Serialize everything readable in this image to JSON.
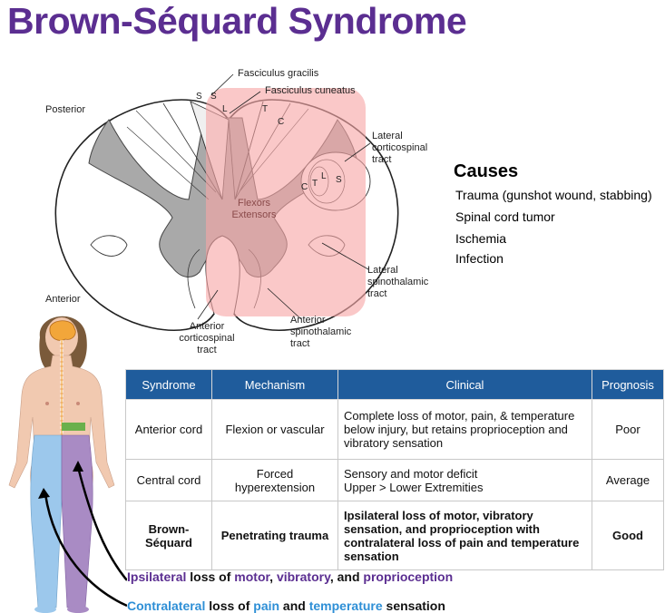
{
  "title": "Brown-Séquard Syndrome",
  "cord": {
    "posterior": "Posterior",
    "anterior": "Anterior",
    "fasciculus_gracilis": "Fasciculus gracilis",
    "fasciculus_cuneatus": "Fasciculus cuneatus",
    "lateral_corticospinal": [
      "Lateral",
      "corticospinal",
      "tract"
    ],
    "lateral_spinothalamic": [
      "Lateral",
      "spinothalamic",
      "tract"
    ],
    "anterior_spinothalamic": [
      "Anterior",
      "spinothalamic",
      "tract"
    ],
    "anterior_corticospinal": [
      "Anterior",
      "corticospinal",
      "tract"
    ],
    "flexors": "Flexors",
    "extensors": "Extensors",
    "letters": {
      "s1": "S",
      "s2": "S",
      "l": "L",
      "t": "T",
      "c": "C",
      "c2": "C",
      "t2": "T",
      "l2": "L",
      "s3": "S"
    }
  },
  "causes": {
    "title": "Causes",
    "items": [
      "Trauma (gunshot wound, stabbing)",
      "Spinal cord tumor",
      "Ischemia",
      "Infection"
    ]
  },
  "table": {
    "headers": [
      "Syndrome",
      "Mechanism",
      "Clinical",
      "Prognosis"
    ],
    "rows": [
      {
        "syndrome": "Anterior cord",
        "mechanism": "Flexion or vascular",
        "clinical": "Complete loss of motor, pain, & temperature below injury, but retains proprioception and vibratory sensation",
        "prognosis": "Poor"
      },
      {
        "syndrome": "Central cord",
        "mechanism": "Forced hyperextension",
        "clinical": [
          "Sensory and motor deficit",
          "Upper > Lower Extremities"
        ],
        "prognosis": "Average"
      },
      {
        "syndrome": "Brown-Séquard",
        "mechanism": "Penetrating trauma",
        "clinical": "Ipsilateral loss of motor, vibratory sensation, and proprioception with contralateral loss of pain and temperature sensation",
        "prognosis": "Good"
      }
    ]
  },
  "footer": {
    "line1": {
      "w1": "Ipsilateral",
      "t1": " loss of ",
      "w2": "motor",
      "t2": ", ",
      "w3": "vibratory",
      "t3": ", and ",
      "w4": "proprioception"
    },
    "line2": {
      "w1": "Contralateral",
      "t1": " loss of ",
      "w2": "pain",
      "t2": " and ",
      "w3": "temperature",
      "t3": " sensation"
    }
  },
  "colors": {
    "title": "#5b2e91",
    "header_bg": "#1f5c9c",
    "highlight": "#f7a6a6",
    "grey_matter": "#a9a9a9",
    "ipsilateral_leg": "#a98bc4",
    "contralateral_leg": "#9cc8ec",
    "lesion_band": "#6ab04c"
  }
}
